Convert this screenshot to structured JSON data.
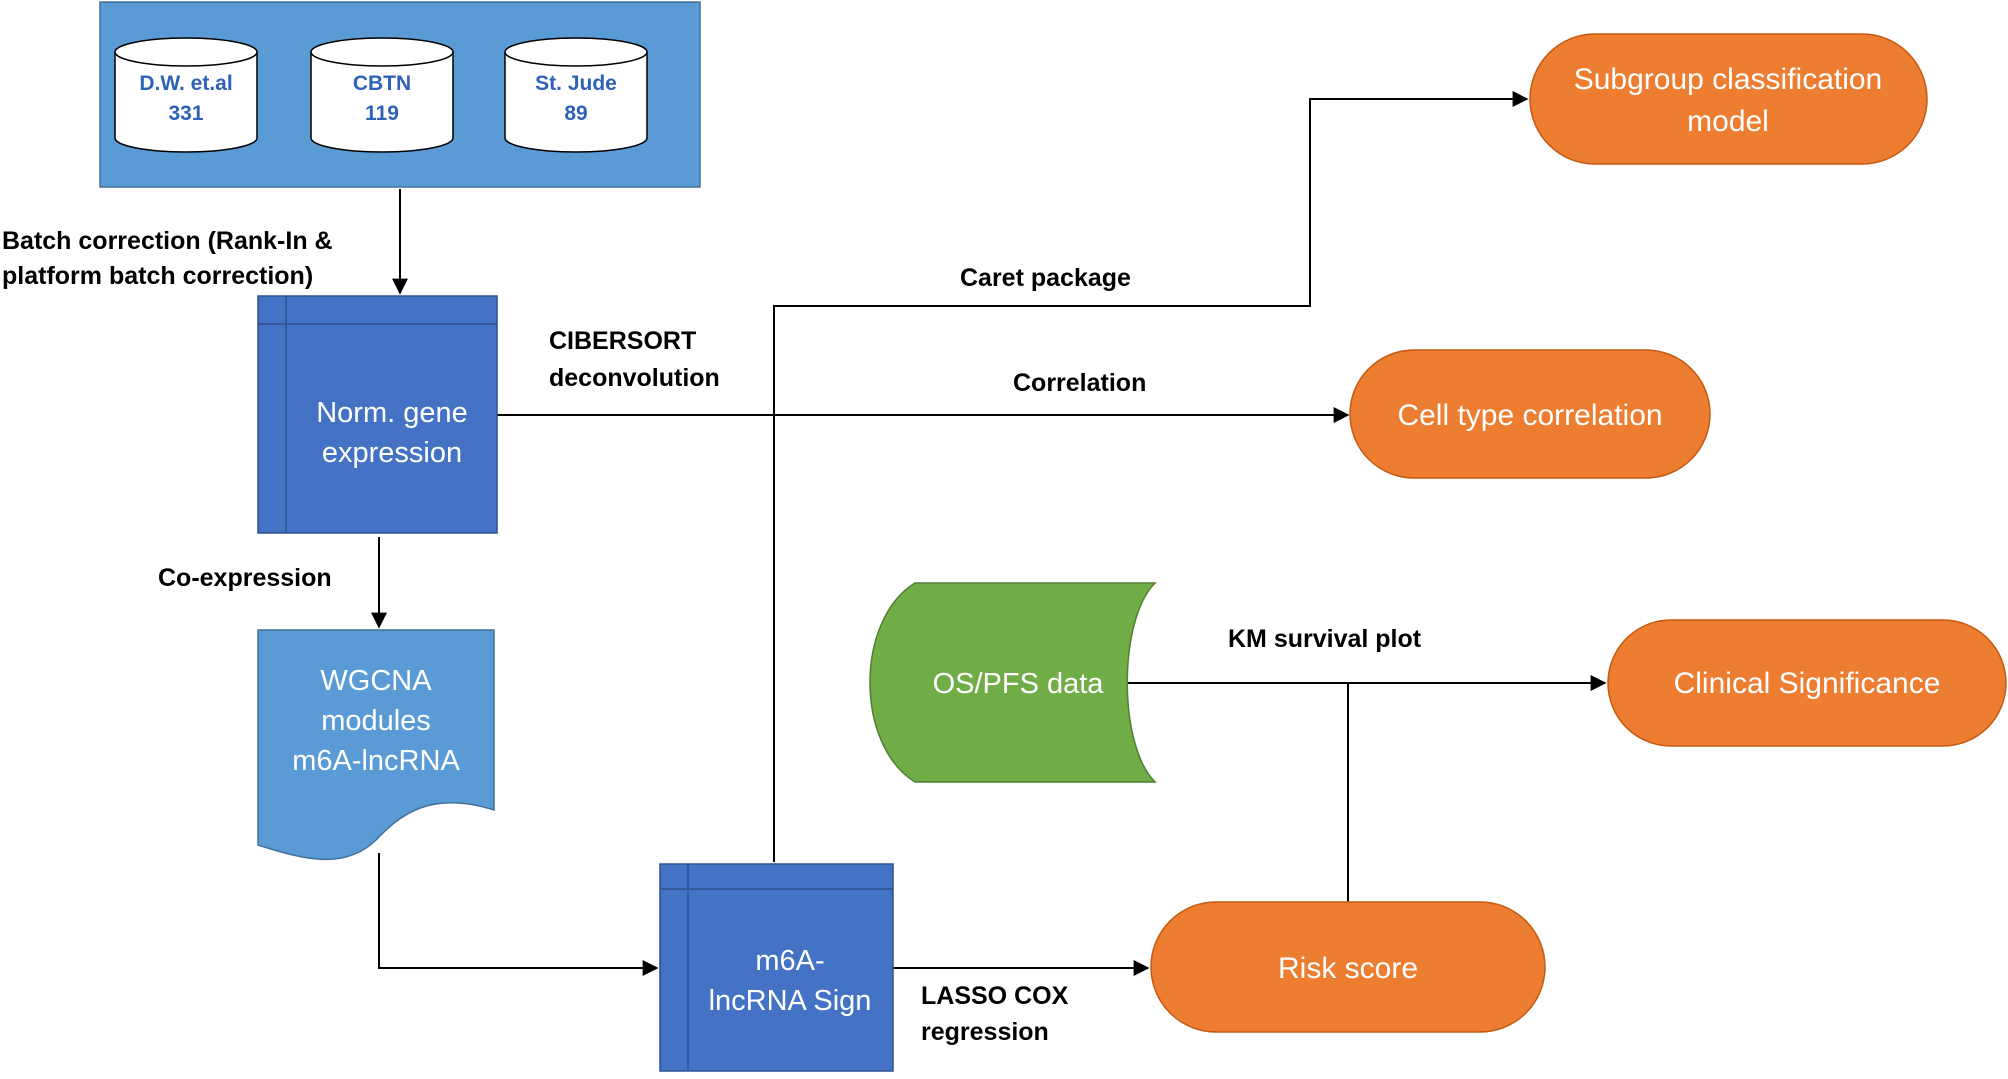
{
  "datasets": [
    {
      "name": "D.W. et.al",
      "count": "331"
    },
    {
      "name": "CBTN",
      "count": "119"
    },
    {
      "name": "St. Jude",
      "count": "89"
    }
  ],
  "labels": {
    "batch_line1": "Batch correction (Rank-In &",
    "batch_line2": "platform batch correction)",
    "cibersort_line1": "CIBERSORT",
    "cibersort_line2": "deconvolution",
    "caret": "Caret package",
    "correlation": "Correlation",
    "coexpression": "Co-expression",
    "km": "KM survival plot",
    "lasso_line1": "LASSO COX",
    "lasso_line2": "regression"
  },
  "boxes": {
    "norm_line1": "Norm. gene",
    "norm_line2": "expression",
    "wgcna_line1": "WGCNA",
    "wgcna_line2": "modules",
    "wgcna_line3": "m6A-lncRNA",
    "sign_line1": "m6A-",
    "sign_line2": "lncRNA Sign",
    "os_pfs": "OS/PFS data"
  },
  "outputs": {
    "subgroup_line1": "Subgroup classification",
    "subgroup_line2": "model",
    "cell_type": "Cell type correlation",
    "clinical": "Clinical Significance",
    "risk": "Risk score"
  },
  "colors": {
    "db_panel": "#5b9bd5",
    "process_box": "#4472c4",
    "document": "#5b9bd5",
    "outcome": "#ed7d31",
    "data_store": "#70ad47"
  }
}
